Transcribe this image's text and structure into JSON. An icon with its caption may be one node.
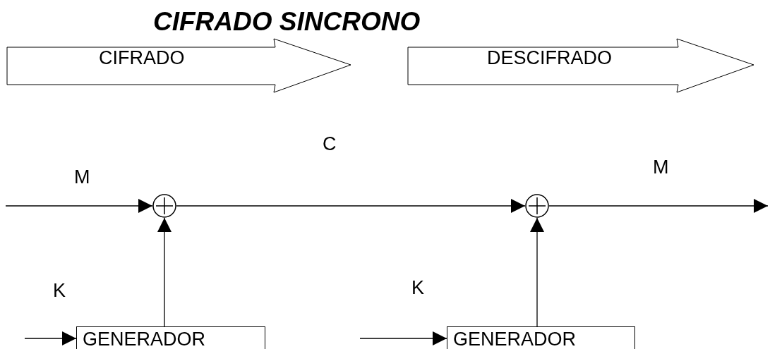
{
  "diagram": {
    "title": "CIFRADO SINCRONO",
    "nodes": [
      {
        "text": [
          "CIFRADO"
        ]
      },
      {
        "text": [
          "DESCIFRADO"
        ]
      },
      {
        "text": [],
        "shape": "circle"
      },
      {
        "text": [],
        "shape": "circle"
      },
      {
        "text": [
          "GENERADOR"
        ]
      },
      {
        "text": [
          "GENERADOR"
        ]
      }
    ],
    "edges": [
      {
        "from": null,
        "to": 2,
        "arrow": "to",
        "label": "M"
      },
      {
        "from": 2,
        "to": 3,
        "arrow": "to",
        "label": "C"
      },
      {
        "from": 3,
        "to": null,
        "arrow": "to",
        "label": "M"
      },
      {
        "from": 4,
        "to": 2,
        "arrow": "to"
      },
      {
        "from": null,
        "to": 4,
        "arrow": "to",
        "label": "K"
      },
      {
        "from": 5,
        "to": 3,
        "arrow": "to"
      },
      {
        "from": null,
        "to": 5,
        "arrow": "to",
        "label": "K"
      }
    ]
  }
}
